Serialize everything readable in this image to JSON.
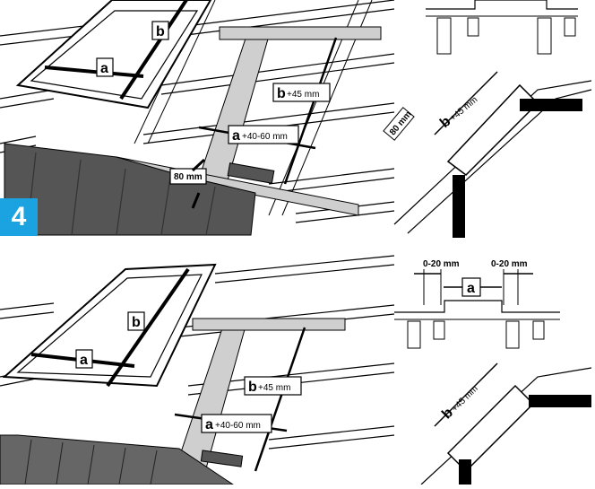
{
  "step_number": "4",
  "panels": {
    "top_perspective": {
      "label_a": "a",
      "label_b": "b",
      "label_b_suffix": "+45 mm",
      "label_a_suffix": "+40-60 mm",
      "label_offset": "80 mm"
    },
    "top_section_front": {},
    "top_section_side": {
      "label_b": "b",
      "label_b_suffix": "+45 mm",
      "label_offset": "80 mm"
    },
    "bottom_perspective": {
      "label_a": "a",
      "label_b": "b",
      "label_b_suffix": "+45 mm",
      "label_a_suffix": "+40-60 mm"
    },
    "bottom_section_front": {
      "label_left_gap": "0-20 mm",
      "label_right_gap": "0-20 mm",
      "label_a": "a"
    },
    "bottom_section_side": {
      "label_b": "b",
      "label_b_suffix": "+45 mm"
    }
  },
  "colors": {
    "badge": "#1aa3e0",
    "roof_tiles": "#555555",
    "batten": "#cfcfcf",
    "line": "#000000"
  }
}
